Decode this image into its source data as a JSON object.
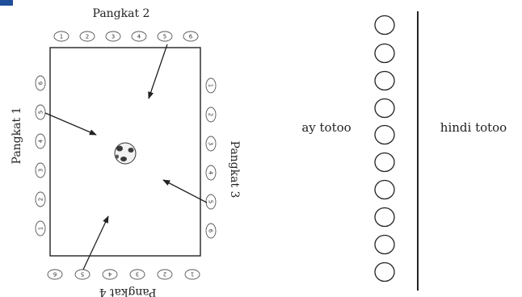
{
  "field_diagram": {
    "team_labels": {
      "top": "Pangkat 2",
      "left": "Pangkat 1",
      "right": "Pangkat 3",
      "bottom": "Pangkat 4"
    },
    "players": {
      "top": [
        "1",
        "2",
        "3",
        "4",
        "5",
        "6"
      ],
      "left": [
        "6",
        "5",
        "4",
        "3",
        "2",
        "1"
      ],
      "right": [
        "1",
        "2",
        "3",
        "4",
        "5",
        "6"
      ],
      "bottom": [
        "6",
        "5",
        "4",
        "3",
        "2",
        "1"
      ]
    }
  },
  "scoreboard": {
    "left_label": "ay totoo",
    "right_label": "hindi totoo",
    "circle_count": 10
  },
  "colors": {
    "accent_bar": "#1f4e9a",
    "stroke": "#222222"
  }
}
